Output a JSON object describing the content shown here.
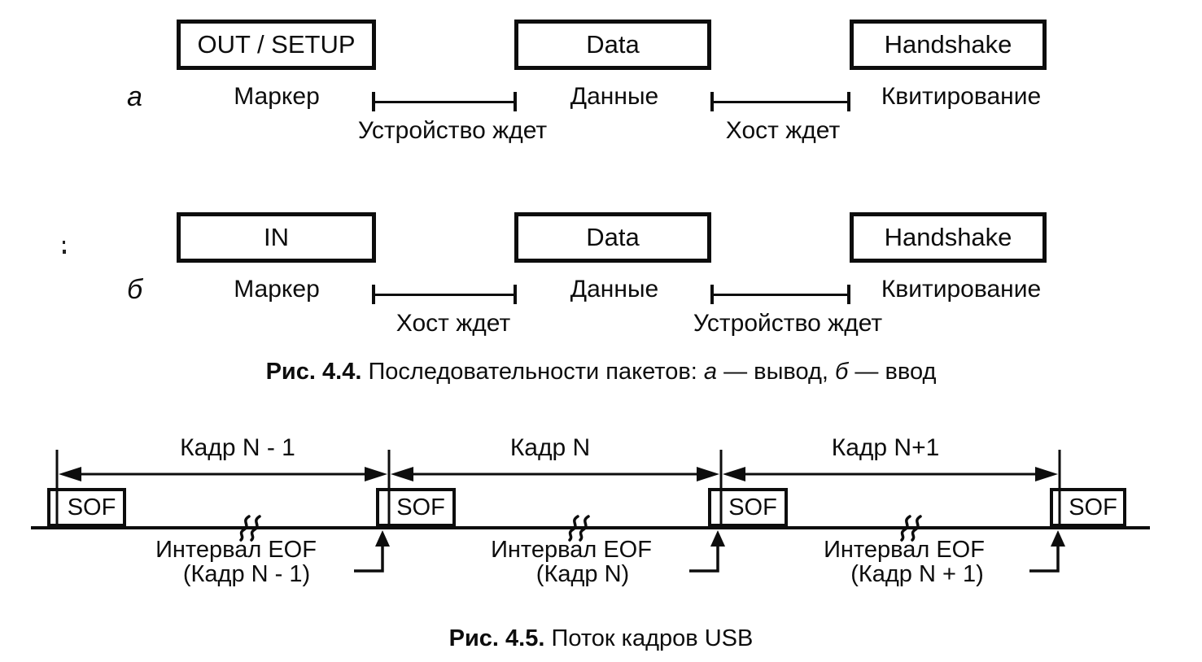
{
  "colors": {
    "ink": "#0d0d0d",
    "background": "#ffffff"
  },
  "figure44": {
    "rows": [
      {
        "index_label": "а",
        "boxes": [
          "OUT / SETUP",
          "Data",
          "Handshake"
        ],
        "labels": [
          "Маркер",
          "Данные",
          "Квитирование"
        ],
        "waits": [
          "Устройство ждет",
          "Хост ждет"
        ]
      },
      {
        "index_label": "б",
        "boxes": [
          "IN",
          "Data",
          "Handshake"
        ],
        "labels": [
          "Маркер",
          "Данные",
          "Квитирование"
        ],
        "waits": [
          "Хост ждет",
          "Устройство ждет"
        ]
      }
    ],
    "caption": {
      "number": "Рис. 4.4.",
      "text_before": "Последовательности пакетов:",
      "item_a": "а",
      "text_a": "— вывод,",
      "item_b": "б",
      "text_b": "— ввод"
    }
  },
  "figure45": {
    "frame_labels": [
      "Кадр N - 1",
      "Кадр N",
      "Кадр N+1"
    ],
    "sof_boxes": [
      "SOF",
      "SOF",
      "SOF",
      "SOF"
    ],
    "eof_intervals": [
      {
        "line1": "Интервал EOF",
        "line2": "(Кадр N - 1)"
      },
      {
        "line1": "Интервал EOF",
        "line2": "(Кадр N)"
      },
      {
        "line1": "Интервал EOF",
        "line2": "(Кадр N + 1)"
      }
    ],
    "caption": {
      "number": "Рис. 4.5.",
      "text": "Поток кадров USB"
    }
  }
}
